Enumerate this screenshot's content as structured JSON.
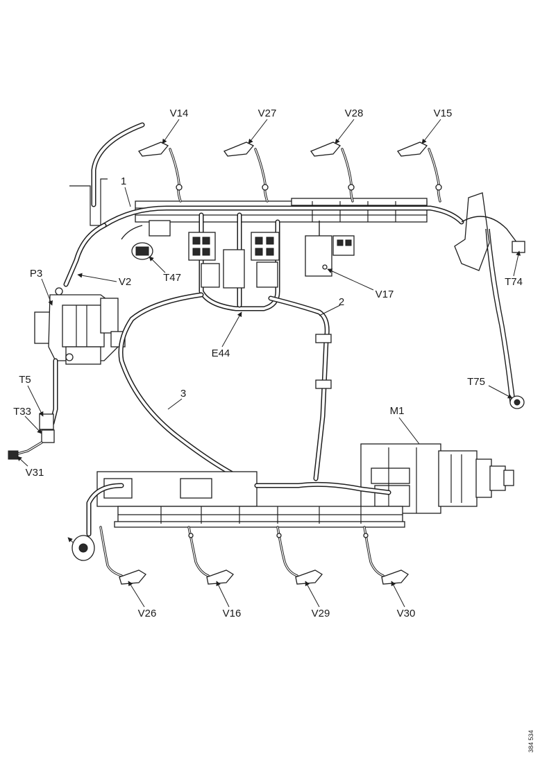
{
  "labels": {
    "V14": "V14",
    "V27": "V27",
    "V28": "V28",
    "V15": "V15",
    "harness_1": "1",
    "harness_2": "2",
    "harness_3": "3",
    "P3": "P3",
    "V2": "V2",
    "T47": "T47",
    "V17": "V17",
    "T74": "T74",
    "E44": "E44",
    "T75": "T75",
    "T5": "T5",
    "T33": "T33",
    "V31": "V31",
    "M1": "M1",
    "V26": "V26",
    "V16": "V16",
    "V29": "V29",
    "V30": "V30"
  },
  "document_id": "384 534"
}
